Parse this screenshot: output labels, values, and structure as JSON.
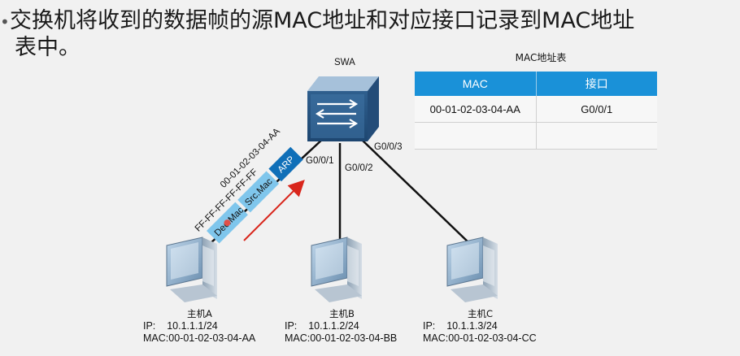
{
  "heading": {
    "line1": "交换机将收到的数据帧的源MAC地址和对应接口记录到MAC地址",
    "line2": "表中。"
  },
  "switch": {
    "name": "SWA"
  },
  "ports": {
    "p1": "G0/0/1",
    "p2": "G0/0/2",
    "p3": "G0/0/3"
  },
  "frame": {
    "fields": [
      "Dec.Mac",
      "Src.Mac",
      "ARP"
    ],
    "dst_mac": "FF-FF-FF-FF-FF-FF",
    "src_mac": "00-01-02-03-04-AA"
  },
  "mac_table": {
    "title": "MAC地址表",
    "columns": [
      "MAC",
      "接口"
    ],
    "rows": [
      [
        "00-01-02-03-04-AA",
        "G0/0/1"
      ],
      [
        "",
        ""
      ]
    ]
  },
  "hosts": [
    {
      "name": "主机A",
      "ip_label": "IP:",
      "ip": "10.1.1.1/24",
      "mac": "MAC:00-01-02-03-04-AA"
    },
    {
      "name": "主机B",
      "ip_label": "IP:",
      "ip": "10.1.1.2/24",
      "mac": "MAC:00-01-02-03-04-BB"
    },
    {
      "name": "主机C",
      "ip_label": "IP:",
      "ip": "10.1.1.3/24",
      "mac": "MAC:00-01-02-03-04-CC"
    }
  ],
  "colors": {
    "switch": "#3d6f9c",
    "table_header": "#1a91d8",
    "frame_field": "#7fc6ec",
    "arrow": "#d9261c"
  }
}
